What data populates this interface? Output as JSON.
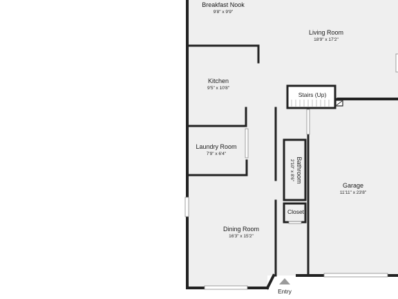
{
  "floorplan": {
    "rooms": [
      {
        "id": "breakfast-nook",
        "name": "Breakfast Nook",
        "dims": "9'8\" x 9'9\""
      },
      {
        "id": "living-room",
        "name": "Living Room",
        "dims": "18'9\" x 17'2\""
      },
      {
        "id": "kitchen",
        "name": "Kitchen",
        "dims": "9'5\" x 10'8\""
      },
      {
        "id": "stairs",
        "name": "Stairs (Up)",
        "dims": ""
      },
      {
        "id": "laundry-room",
        "name": "Laundry Room",
        "dims": "7'9\" x 6'4\""
      },
      {
        "id": "bathroom",
        "name": "Bathroom",
        "dims": "2'10\" x 8'6\""
      },
      {
        "id": "garage",
        "name": "Garage",
        "dims": "11'11\" x 23'8\""
      },
      {
        "id": "closet",
        "name": "Closet",
        "dims": ""
      },
      {
        "id": "dining-room",
        "name": "Dining Room",
        "dims": "16'3\" x 15'2\""
      }
    ],
    "entry_label": "Entry"
  },
  "colors": {
    "floor": "#efefef",
    "wall": "#222222",
    "background": "#ffffff",
    "window": "#ffffff",
    "marker": "#9a9a9a"
  }
}
